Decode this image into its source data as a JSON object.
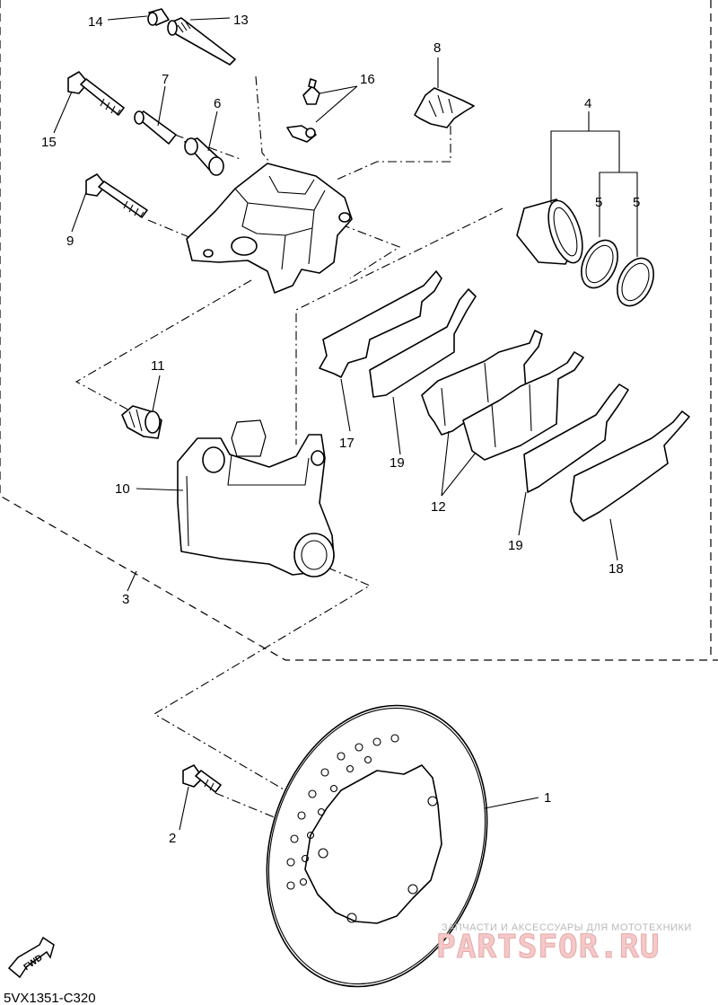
{
  "diagram": {
    "callouts": {
      "n1": "1",
      "n2": "2",
      "n3": "3",
      "n4": "4",
      "n5a": "5",
      "n5b": "5",
      "n6": "6",
      "n7": "7",
      "n8": "8",
      "n9": "9",
      "n10": "10",
      "n11": "11",
      "n12": "12",
      "n13": "13",
      "n14": "14",
      "n15": "15",
      "n16": "16",
      "n17": "17",
      "n18": "18",
      "n19a": "19",
      "n19b": "19"
    },
    "direction_label": "FWD",
    "drawing_code": "5VX1351-C320"
  },
  "watermark": {
    "tagline": "ЗАПЧАСТИ И АКСЕССУАРЫ ДЛЯ МОТОТЕХНИКИ",
    "brand": "PARTSFOR.RU"
  },
  "colors": {
    "line": "#000000",
    "watermark_text": "#f3c9c9",
    "watermark_tagline": "#b9b9b9"
  }
}
